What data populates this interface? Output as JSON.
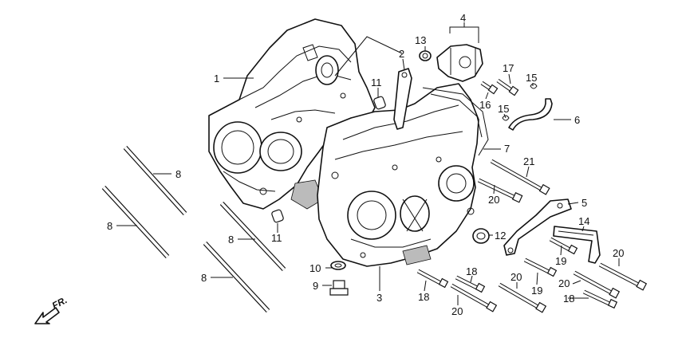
{
  "callouts": [
    {
      "id": "c1",
      "text": "1"
    },
    {
      "id": "c2",
      "text": "2"
    },
    {
      "id": "c3",
      "text": "3"
    },
    {
      "id": "c4",
      "text": "4"
    },
    {
      "id": "c5",
      "text": "5"
    },
    {
      "id": "c6",
      "text": "6"
    },
    {
      "id": "c7",
      "text": "7"
    },
    {
      "id": "c8a",
      "text": "8"
    },
    {
      "id": "c8b",
      "text": "8"
    },
    {
      "id": "c8c",
      "text": "8"
    },
    {
      "id": "c8d",
      "text": "8"
    },
    {
      "id": "c9",
      "text": "9"
    },
    {
      "id": "c10",
      "text": "10"
    },
    {
      "id": "c11a",
      "text": "11"
    },
    {
      "id": "c11b",
      "text": "11"
    },
    {
      "id": "c12",
      "text": "12"
    },
    {
      "id": "c13",
      "text": "13"
    },
    {
      "id": "c14",
      "text": "14"
    },
    {
      "id": "c15a",
      "text": "15"
    },
    {
      "id": "c15b",
      "text": "15"
    },
    {
      "id": "c16",
      "text": "16"
    },
    {
      "id": "c17",
      "text": "17"
    },
    {
      "id": "c18a",
      "text": "18"
    },
    {
      "id": "c18b",
      "text": "18"
    },
    {
      "id": "c18c",
      "text": "18"
    },
    {
      "id": "c19a",
      "text": "19"
    },
    {
      "id": "c19b",
      "text": "19"
    },
    {
      "id": "c20a",
      "text": "20"
    },
    {
      "id": "c20b",
      "text": "20"
    },
    {
      "id": "c20c",
      "text": "20"
    },
    {
      "id": "c20d",
      "text": "20"
    },
    {
      "id": "c20e",
      "text": "20"
    },
    {
      "id": "c21",
      "text": "21"
    }
  ],
  "direction": {
    "text": "FR."
  },
  "colors": {
    "ink": "#111111",
    "background": "#ffffff"
  }
}
